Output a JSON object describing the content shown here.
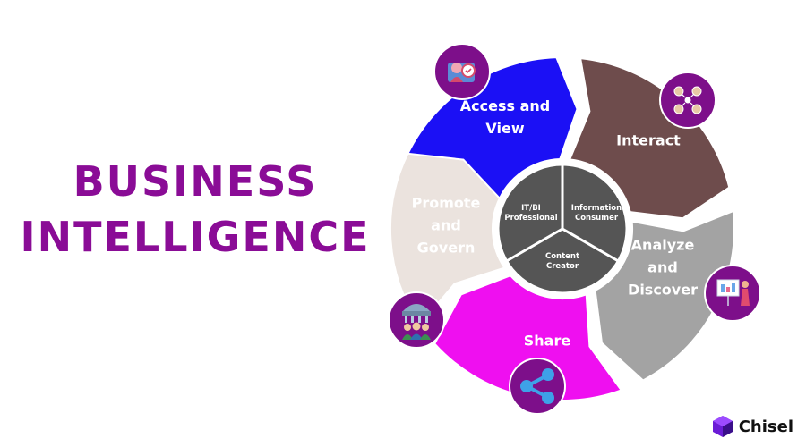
{
  "title": {
    "line1": "BUSINESS",
    "line2": "INTELLIGENCE"
  },
  "segments": [
    {
      "id": "access",
      "lines": [
        "Access and",
        "View"
      ],
      "color": "#1b10f5",
      "text_color": "#ffffff",
      "icon": "user-access-icon"
    },
    {
      "id": "interact",
      "lines": [
        "Interact"
      ],
      "color": "#6e4c4c",
      "text_color": "#ffffff",
      "icon": "people-network-icon"
    },
    {
      "id": "analyze",
      "lines": [
        "Analyze",
        "and",
        "Discover"
      ],
      "color": "#a3a3a3",
      "text_color": "#ffffff",
      "icon": "presentation-analyst-icon"
    },
    {
      "id": "share",
      "lines": [
        "Share"
      ],
      "color": "#ef0ff0",
      "text_color": "#ffffff",
      "icon": "share-icon"
    },
    {
      "id": "promote",
      "lines": [
        "Promote",
        "and",
        "Govern"
      ],
      "color": "#ebe3de",
      "text_color": "#ffffff",
      "icon": "government-people-icon"
    }
  ],
  "hub": {
    "color": "#555555",
    "sections": [
      {
        "lines": [
          "IT/BI",
          "Professional"
        ]
      },
      {
        "lines": [
          "Information",
          "Consumer"
        ]
      },
      {
        "lines": [
          "Content",
          "Creator"
        ]
      }
    ]
  },
  "icon_badge_color": "#7d0f8a",
  "brand": {
    "name": "Chisel",
    "logo_icon": "chisel-hexagon-icon"
  }
}
